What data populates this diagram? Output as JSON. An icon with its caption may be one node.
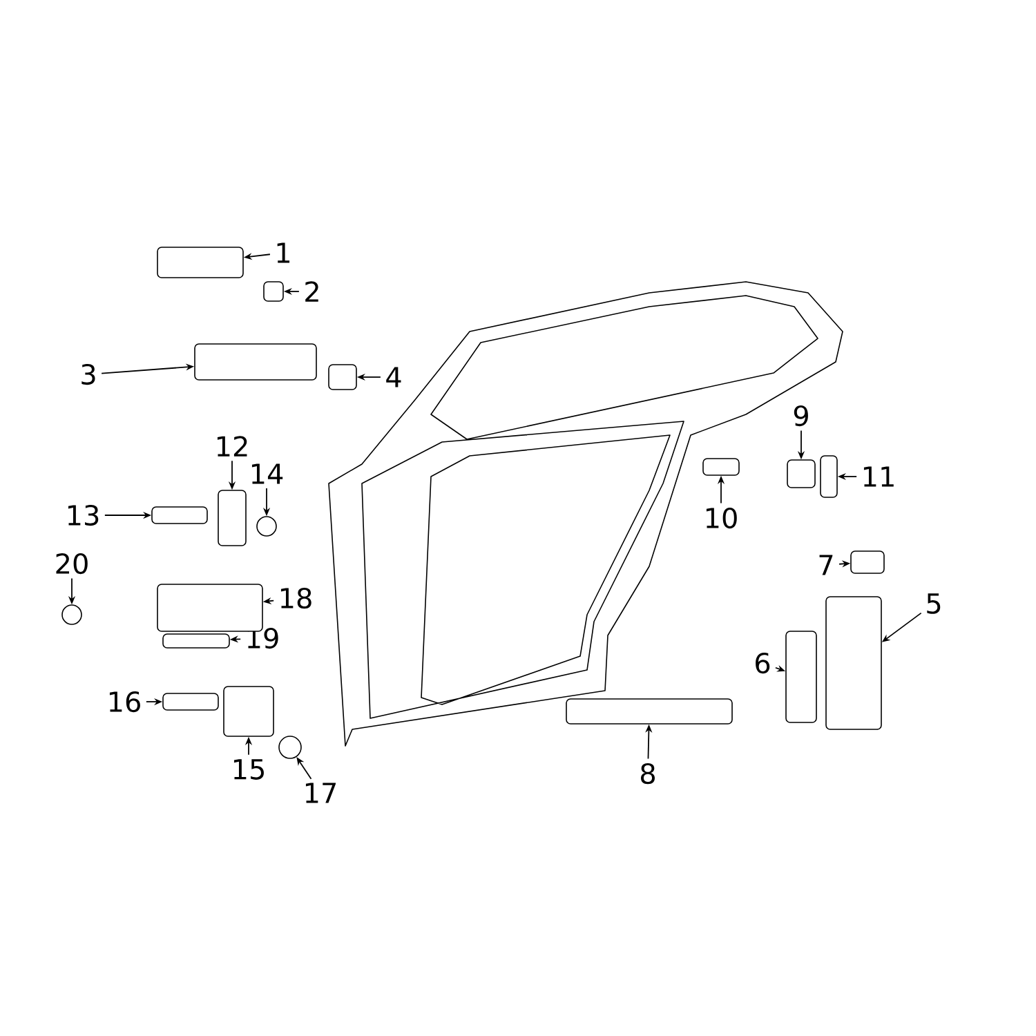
{
  "diagram": {
    "nodes": [
      {
        "text": [
          "1"
        ]
      },
      {
        "text": [
          "2"
        ]
      },
      {
        "text": [
          "3"
        ]
      },
      {
        "text": [
          "4"
        ]
      },
      {
        "text": [
          "5"
        ]
      },
      {
        "text": [
          "6"
        ]
      },
      {
        "text": [
          "7"
        ]
      },
      {
        "text": [
          "8"
        ]
      },
      {
        "text": [
          "9"
        ]
      },
      {
        "text": [
          "10"
        ]
      },
      {
        "text": [
          "11"
        ]
      },
      {
        "text": [
          "12"
        ]
      },
      {
        "text": [
          "13"
        ]
      },
      {
        "text": [
          "14"
        ]
      },
      {
        "text": [
          "15"
        ]
      },
      {
        "text": [
          "16"
        ]
      },
      {
        "text": [
          "17"
        ]
      },
      {
        "text": [
          "18"
        ]
      },
      {
        "text": [
          "19"
        ]
      },
      {
        "text": [
          "20"
        ]
      },
      {
        "text": [],
        "shape": "box"
      },
      {
        "text": [],
        "shape": "box"
      },
      {
        "text": [],
        "shape": "box"
      },
      {
        "text": [],
        "shape": "box"
      },
      {
        "text": [],
        "shape": "box"
      },
      {
        "text": [],
        "shape": "box"
      },
      {
        "text": [],
        "shape": "box"
      },
      {
        "text": [],
        "shape": "box"
      },
      {
        "text": [],
        "shape": "box"
      },
      {
        "text": [],
        "shape": "box"
      },
      {
        "text": [],
        "shape": "box"
      },
      {
        "text": [],
        "shape": "box"
      },
      {
        "text": [],
        "shape": "box"
      },
      {
        "text": [],
        "shape": "circle"
      },
      {
        "text": [],
        "shape": "box"
      },
      {
        "text": [],
        "shape": "box"
      },
      {
        "text": [],
        "shape": "circle"
      },
      {
        "text": [],
        "shape": "box"
      },
      {
        "text": [],
        "shape": "box"
      },
      {
        "text": [],
        "shape": "circle"
      }
    ],
    "edges": [
      {
        "from": 0,
        "to": 20,
        "arrow": "to"
      },
      {
        "from": 1,
        "to": 21,
        "arrow": "to"
      },
      {
        "from": 2,
        "to": 22,
        "arrow": "to"
      },
      {
        "from": 3,
        "to": 23,
        "arrow": "to"
      },
      {
        "from": 4,
        "to": 24,
        "arrow": "to"
      },
      {
        "from": 5,
        "to": 25,
        "arrow": "to"
      },
      {
        "from": 6,
        "to": 26,
        "arrow": "to"
      },
      {
        "from": 7,
        "to": 27,
        "arrow": "to"
      },
      {
        "from": 8,
        "to": 28,
        "arrow": "to"
      },
      {
        "from": 9,
        "to": 29,
        "arrow": "to"
      },
      {
        "from": 10,
        "to": 30,
        "arrow": "to"
      },
      {
        "from": 11,
        "to": 31,
        "arrow": "to"
      },
      {
        "from": 12,
        "to": 32,
        "arrow": "to"
      },
      {
        "from": 13,
        "to": 33,
        "arrow": "to"
      },
      {
        "from": 14,
        "to": 34,
        "arrow": "to"
      },
      {
        "from": 15,
        "to": 35,
        "arrow": "to"
      },
      {
        "from": 16,
        "to": 36,
        "arrow": "to"
      },
      {
        "from": 17,
        "to": 37,
        "arrow": "to"
      },
      {
        "from": 18,
        "to": 38,
        "arrow": "to"
      },
      {
        "from": 19,
        "to": 39,
        "arrow": "to"
      }
    ]
  }
}
